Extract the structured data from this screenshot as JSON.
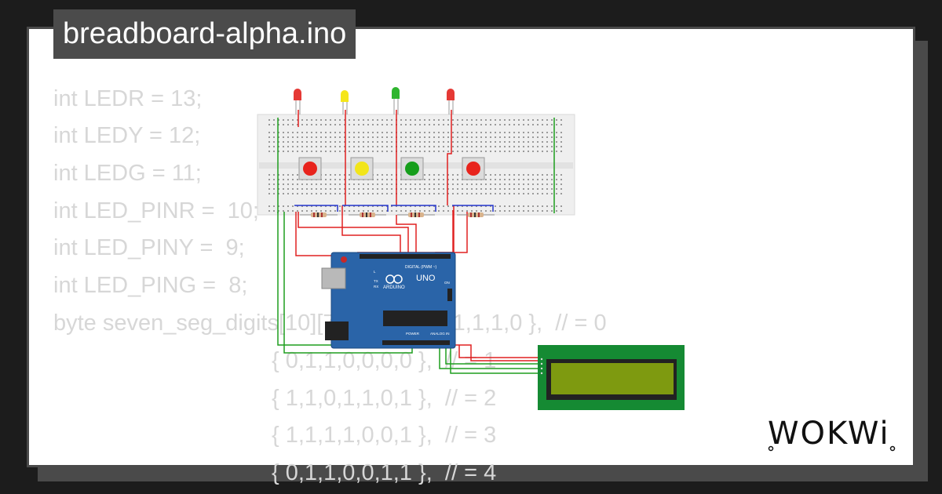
{
  "title": "breadboard-alpha.ino",
  "code_lines": [
    "int LEDR = 13;",
    "int LEDY = 12;",
    "int LEDG = 11;",
    "int LED_PINR =  10;",
    "int LED_PINY =  9;",
    "int LED_PING =  8;",
    "byte seven_seg_digits[10][7] = { { 1,1,1,1,1,1,0 },  // = 0",
    "{ 0,1,1,0,0,0,0 },  // = 1",
    "{ 1,1,0,1,1,0,1 },  // = 2",
    "{ 1,1,1,1,0,0,1 },  // = 3",
    "{ 0,1,1,0,0,1,1 },  // = 4"
  ],
  "logo": "WOKWi",
  "board": {
    "brand": "ARDUINO",
    "model": "UNO",
    "digital_label": "DIGITAL (PWM ~)",
    "power_label": "POWER",
    "analog_label": "ANALOG IN",
    "tx": "TX",
    "rx": "RX",
    "on": "ON",
    "l": "L"
  },
  "leds": [
    {
      "color": "red",
      "hex": "#e53935"
    },
    {
      "color": "yellow",
      "hex": "#f5e61a"
    },
    {
      "color": "green",
      "hex": "#2fb52f"
    },
    {
      "color": "red",
      "hex": "#e53935"
    }
  ],
  "buttons": [
    {
      "cap": "#e8231c"
    },
    {
      "cap": "#f2e51a"
    },
    {
      "cap": "#169e1b"
    },
    {
      "cap": "#e8231c"
    }
  ],
  "colors": {
    "background": "#1c1c1c",
    "frame": "#4a4a4a",
    "code_text": "#d7d7d7",
    "arduino": "#2a64a8",
    "lcd_pcb": "#158a33",
    "lcd_screen": "#7e9a10",
    "wire_red": "#e02020",
    "wire_green": "#1e9e1e",
    "wire_blue": "#2233cc"
  }
}
